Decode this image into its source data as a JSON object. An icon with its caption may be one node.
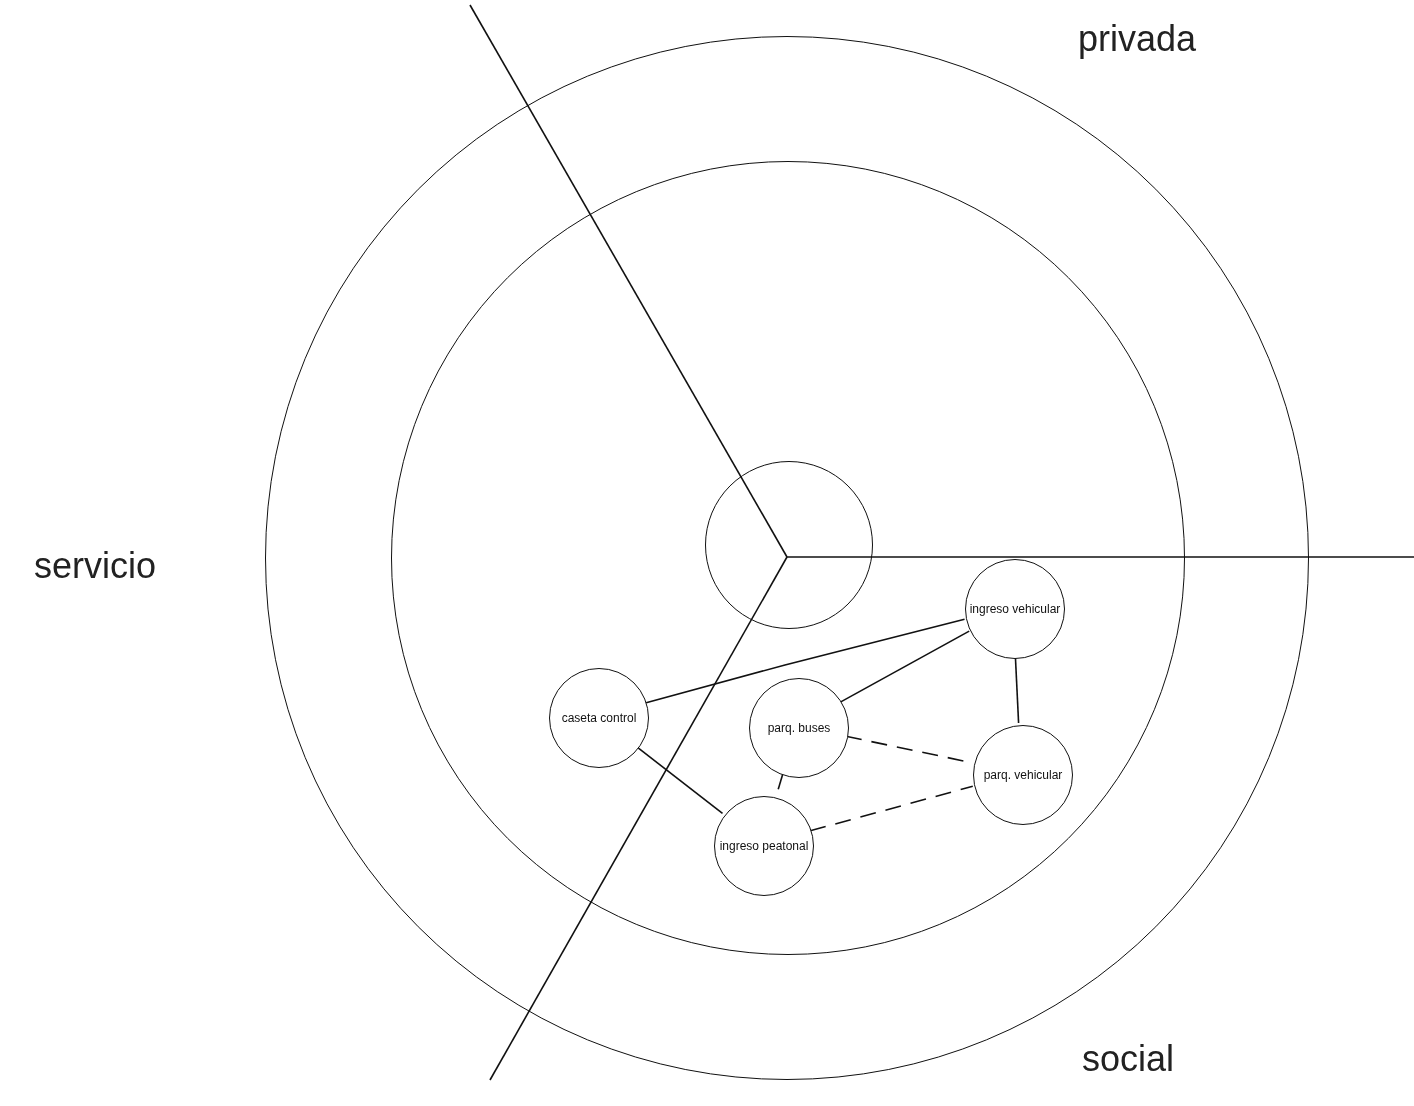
{
  "diagram": {
    "nodes": [
      {
        "text": [],
        "shape": "circle"
      },
      {
        "text": [],
        "shape": "circle",
        "in": 0
      },
      {
        "text": [],
        "shape": "circle",
        "in": 1
      },
      {
        "text": [
          "ingreso vehicular"
        ],
        "in": 1
      },
      {
        "text": [
          "caseta control"
        ],
        "in": 1
      },
      {
        "text": [
          "parq. buses"
        ],
        "in": 1
      },
      {
        "text": [
          "parq. vehicular"
        ],
        "in": 1
      },
      {
        "text": [
          "ingreso peatonal"
        ],
        "in": 1
      }
    ],
    "edges": [
      {
        "from": 3,
        "to": 4,
        "arrow": "none"
      },
      {
        "from": 3,
        "to": 5,
        "arrow": "none"
      },
      {
        "from": 3,
        "to": 6,
        "arrow": "none"
      },
      {
        "from": 4,
        "to": 7,
        "arrow": "none"
      },
      {
        "from": 5,
        "to": 6,
        "arrow": "none",
        "style": "dashed"
      },
      {
        "from": 5,
        "to": 7,
        "arrow": "none",
        "style": "dashed"
      },
      {
        "from": 7,
        "to": 6,
        "arrow": "none",
        "style": "dashed"
      }
    ],
    "labels": [
      "privada",
      "servicio",
      "social"
    ]
  }
}
